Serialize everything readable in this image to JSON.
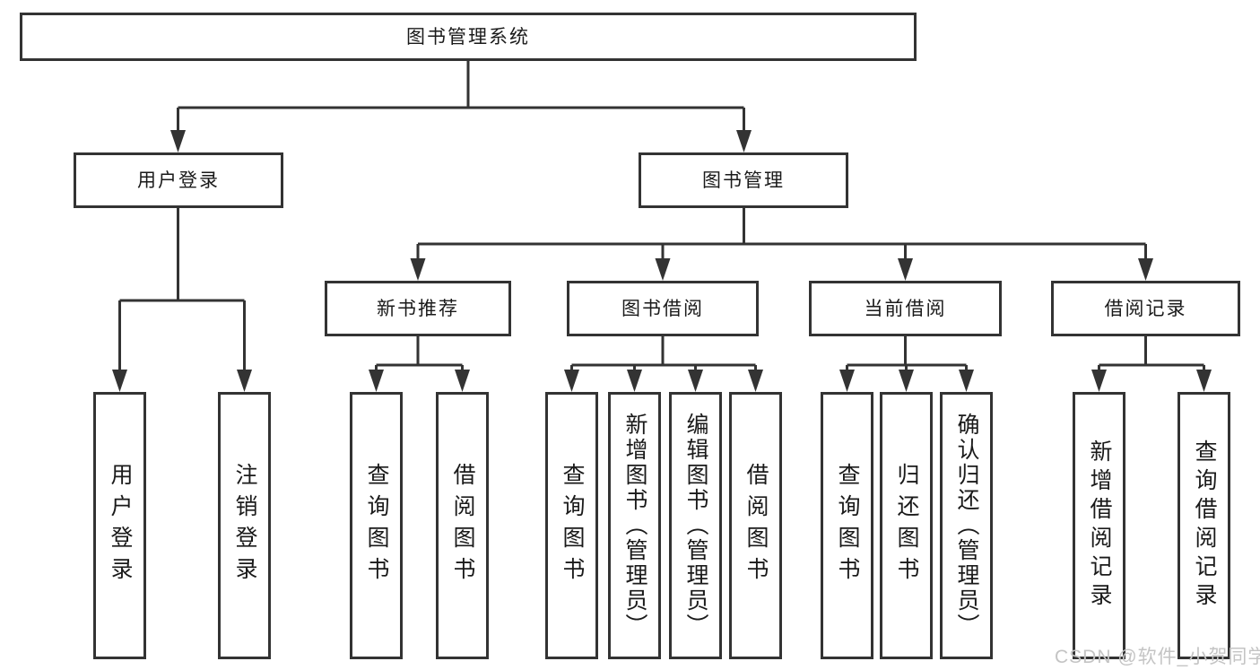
{
  "diagram": {
    "title": "图书管理系统",
    "type": "functional-structure-tree"
  },
  "nodes": {
    "root": "图书管理系统",
    "user_login_group": "用户登录",
    "book_mgmt_group": "图书管理",
    "new_book_rec": "新书推荐",
    "book_borrow": "图书借阅",
    "current_borrow": "当前借阅",
    "borrow_records": "借阅记录",
    "leaf_user_login": "用户登录",
    "leaf_logout": "注销登录",
    "leaf_query_book_1": "查询图书",
    "leaf_borrow_book_1": "借阅图书",
    "leaf_query_book_2": "查询图书",
    "leaf_add_book": "新增图书（管理员）",
    "leaf_edit_book": "编辑图书（管理员）",
    "leaf_borrow_book_2": "借阅图书",
    "leaf_query_book_3": "查询图书",
    "leaf_return_book": "归还图书",
    "leaf_confirm_return": "确认归还（管理员）",
    "leaf_add_record": "新增借阅记录",
    "leaf_query_record": "查询借阅记录"
  },
  "hierarchy": {
    "图书管理系统": {
      "用户登录": [
        "用户登录",
        "注销登录"
      ],
      "图书管理": {
        "新书推荐": [
          "查询图书",
          "借阅图书"
        ],
        "图书借阅": [
          "查询图书",
          "新增图书（管理员）",
          "编辑图书（管理员）",
          "借阅图书"
        ],
        "当前借阅": [
          "查询图书",
          "归还图书",
          "确认归还（管理员）"
        ],
        "借阅记录": [
          "新增借阅记录",
          "查询借阅记录"
        ]
      }
    }
  },
  "watermark": "CSDN @软件_小贺同学",
  "colors": {
    "line": "#333333",
    "box_border": "#333333",
    "text": "#1a1a1a",
    "watermark": "#c4c4c4",
    "background": "#ffffff"
  }
}
